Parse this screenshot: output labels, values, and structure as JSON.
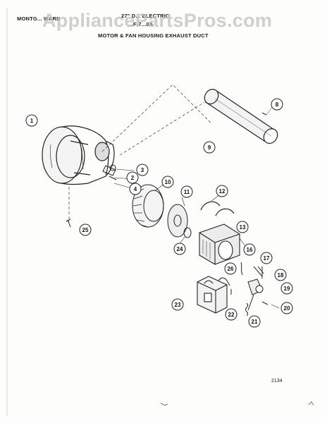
{
  "header": {
    "brand": "MONTG... WARD",
    "model_line1": "27\" D... ELECTRIC",
    "model_line2": "...F-7...0A",
    "section_title": "MOTOR & FAN HOUSING EXHAUST DUCT"
  },
  "watermark": "AppliancePartsPros.com",
  "callouts": [
    "1",
    "2",
    "3",
    "4",
    "8",
    "9",
    "10",
    "11",
    "12",
    "13",
    "16",
    "17",
    "18",
    "19",
    "20",
    "21",
    "22",
    "23",
    "24",
    "25",
    "26"
  ],
  "page_number": "2134"
}
